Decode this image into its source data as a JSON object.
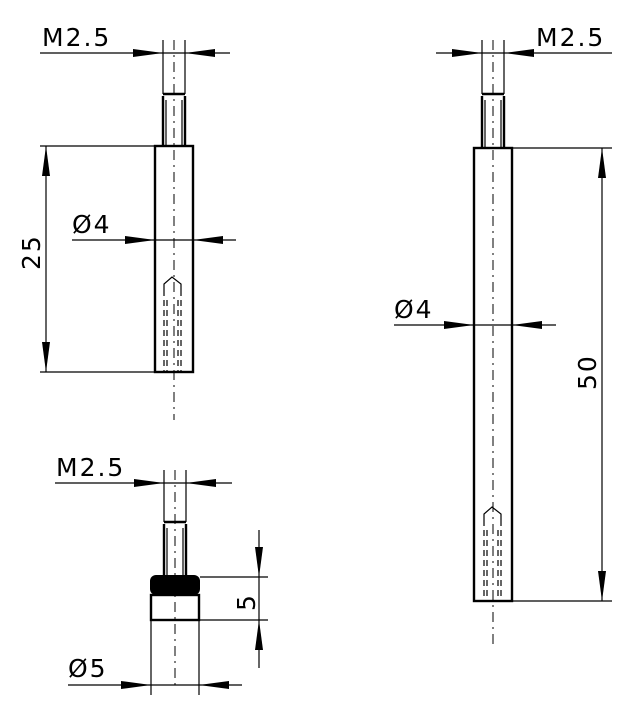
{
  "labels": {
    "part1_thread": "M2.5",
    "part1_diameter": "Ø4",
    "part1_length": "25",
    "part2_thread": "M2.5",
    "part2_diameter": "Ø4",
    "part2_length": "50",
    "part3_thread": "M2.5",
    "part3_diameter": "Ø5",
    "part3_length": "5"
  }
}
